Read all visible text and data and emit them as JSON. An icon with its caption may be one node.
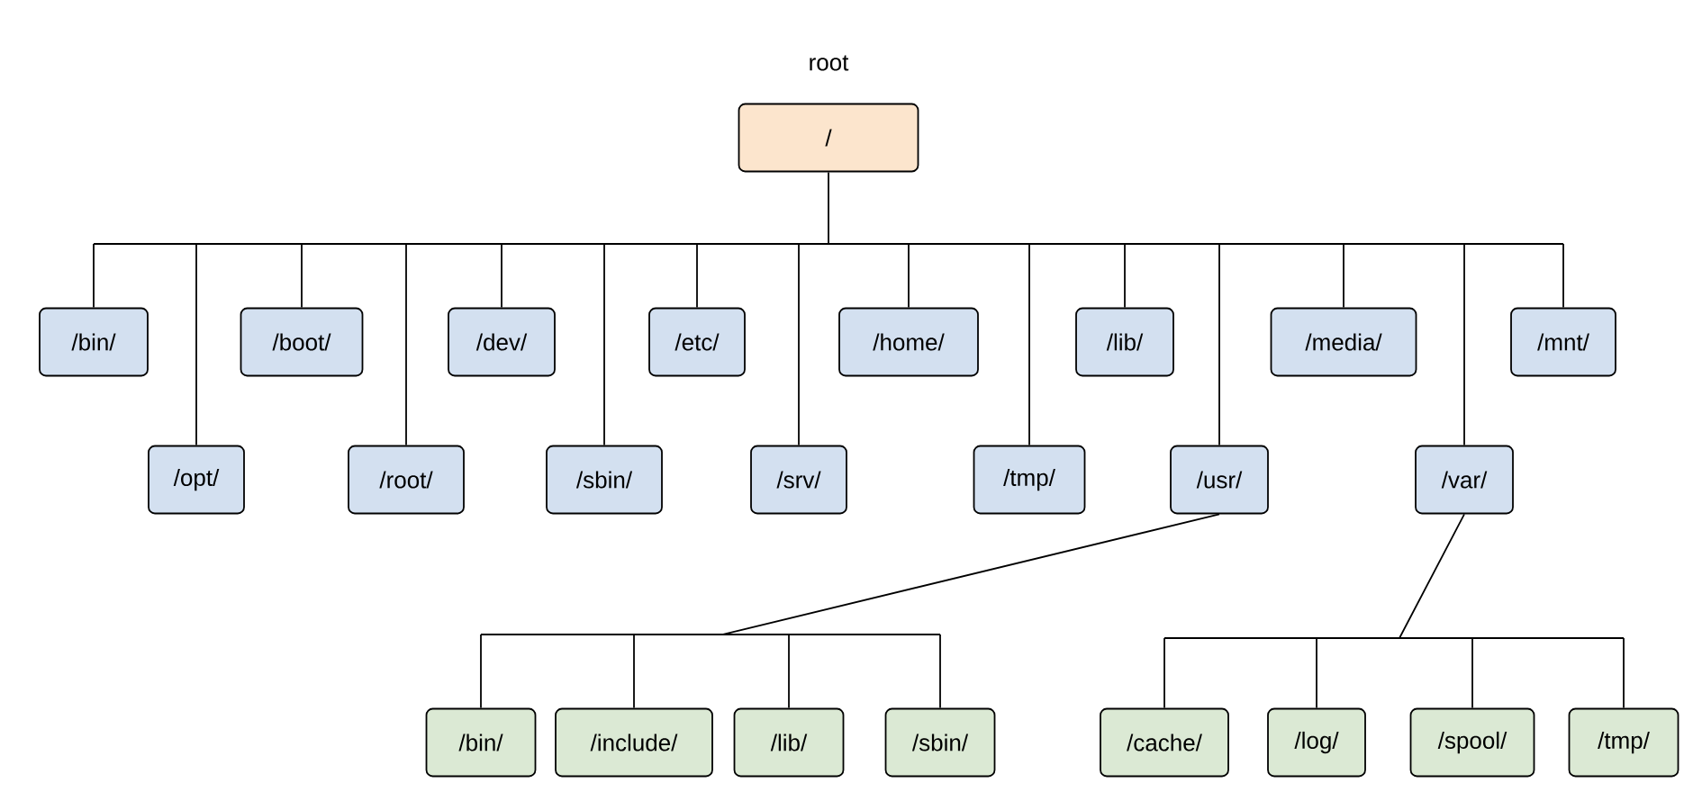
{
  "diagram": {
    "nodes": [
      {
        "text": [
          "root",
          "/"
        ]
      },
      {
        "text": [
          "/bin/"
        ]
      },
      {
        "text": [
          "/boot/"
        ]
      },
      {
        "text": [
          "/dev/"
        ]
      },
      {
        "text": [
          "/etc/"
        ]
      },
      {
        "text": [
          "/home/"
        ]
      },
      {
        "text": [
          "/lib/"
        ]
      },
      {
        "text": [
          "/media/"
        ]
      },
      {
        "text": [
          "/mnt/"
        ]
      },
      {
        "text": [
          "/opt/"
        ]
      },
      {
        "text": [
          "/root/"
        ]
      },
      {
        "text": [
          "/sbin/"
        ]
      },
      {
        "text": [
          "/srv/"
        ]
      },
      {
        "text": [
          "/tmp/"
        ]
      },
      {
        "text": [
          "/usr/"
        ]
      },
      {
        "text": [
          "/var/"
        ]
      },
      {
        "text": [
          "/bin/"
        ]
      },
      {
        "text": [
          "/include/"
        ]
      },
      {
        "text": [
          "/lib/"
        ]
      },
      {
        "text": [
          "/sbin/"
        ]
      },
      {
        "text": [
          "/cache/"
        ]
      },
      {
        "text": [
          "/log/"
        ]
      },
      {
        "text": [
          "/spool/"
        ]
      },
      {
        "text": [
          "/tmp/"
        ]
      }
    ],
    "edges": [
      {
        "from": 0,
        "to": 1,
        "arrow": "none"
      },
      {
        "from": 0,
        "to": 9,
        "arrow": "none"
      },
      {
        "from": 0,
        "to": 2,
        "arrow": "none"
      },
      {
        "from": 0,
        "to": 10,
        "arrow": "none"
      },
      {
        "from": 0,
        "to": 3,
        "arrow": "none"
      },
      {
        "from": 0,
        "to": 11,
        "arrow": "none"
      },
      {
        "from": 0,
        "to": 4,
        "arrow": "none"
      },
      {
        "from": 0,
        "to": 12,
        "arrow": "none"
      },
      {
        "from": 0,
        "to": 5,
        "arrow": "none"
      },
      {
        "from": 0,
        "to": 13,
        "arrow": "none"
      },
      {
        "from": 0,
        "to": 6,
        "arrow": "none"
      },
      {
        "from": 0,
        "to": 14,
        "arrow": "none"
      },
      {
        "from": 0,
        "to": 7,
        "arrow": "none"
      },
      {
        "from": 0,
        "to": 15,
        "arrow": "none"
      },
      {
        "from": 0,
        "to": 8,
        "arrow": "none"
      },
      {
        "from": 14,
        "to": 16,
        "arrow": "none"
      },
      {
        "from": 14,
        "to": 17,
        "arrow": "none"
      },
      {
        "from": 14,
        "to": 18,
        "arrow": "none"
      },
      {
        "from": 14,
        "to": 19,
        "arrow": "none"
      },
      {
        "from": 15,
        "to": 20,
        "arrow": "none"
      },
      {
        "from": 15,
        "to": 21,
        "arrow": "none"
      },
      {
        "from": 15,
        "to": 22,
        "arrow": "none"
      },
      {
        "from": 15,
        "to": 23,
        "arrow": "none"
      }
    ]
  }
}
